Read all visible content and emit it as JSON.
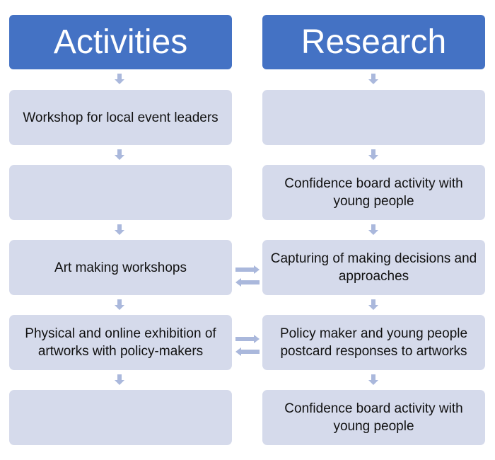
{
  "colors": {
    "header": "#4472C4",
    "box": "#D5DAEB",
    "arrow": "#AAB8DC"
  },
  "activities": {
    "title": "Activities",
    "steps": [
      "Workshop for local event leaders",
      "",
      "Art making workshops",
      "Physical and online exhibition of artworks with policy-makers",
      ""
    ]
  },
  "research": {
    "title": "Research",
    "steps": [
      "",
      "Confidence board activity with young people",
      "Capturing of making decisions and approaches",
      "Policy maker and young people postcard responses to artworks",
      "Confidence board activity with young people"
    ]
  }
}
